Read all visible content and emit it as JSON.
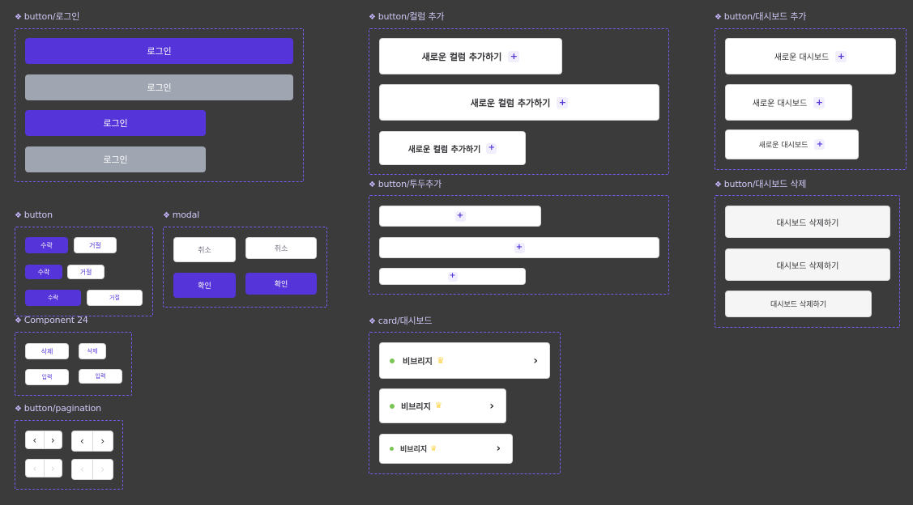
{
  "sections": {
    "login": "button/로그인",
    "add_column": "button/컬럼 추가",
    "add_dashboard": "button/대시보드 추가",
    "button": "button",
    "modal": "modal",
    "todo_add": "button/투두추가",
    "delete_dashboard": "button/대시보드 삭제",
    "component24": "Component 24",
    "card_dashboard": "card/대시보드",
    "pagination": "button/pagination"
  },
  "section_icon": "component-diamond-icon",
  "login_buttons": [
    "로그인",
    "로그인",
    "로그인",
    "로그인"
  ],
  "add_column_buttons": [
    "새로운 컬럼 추가하기",
    "새로운 컬럼 추가하기",
    "새로운 컬럼 추가하기"
  ],
  "add_dashboard_buttons": [
    "새로운 대시보드",
    "새로운 대시보드",
    "새로운 대시보드"
  ],
  "plus_glyph": "+",
  "accept_reject": [
    {
      "accept": "수락",
      "reject": "거절"
    },
    {
      "accept": "수락",
      "reject": "거절"
    },
    {
      "accept": "수락",
      "reject": "거절"
    }
  ],
  "modal_buttons": {
    "cancel": "취소",
    "confirm": "확인"
  },
  "delete_dashboard_buttons": [
    "대시보드 삭제하기",
    "대시보드 삭제하기",
    "대시보드 삭제하기"
  ],
  "component24": {
    "delete": "삭제",
    "input": "입력"
  },
  "card_dashboard": [
    "비브리지",
    "비브리지",
    "비브리지"
  ],
  "pagination": {
    "prev": "‹",
    "next": "›"
  },
  "colors": {
    "background": "#3b3b3b",
    "violet": "#5534da",
    "disabled": "#9fa6b2",
    "frame_border": "#7a5af0",
    "dot_green": "#7ac555",
    "crown_yellow": "#fdd446"
  }
}
